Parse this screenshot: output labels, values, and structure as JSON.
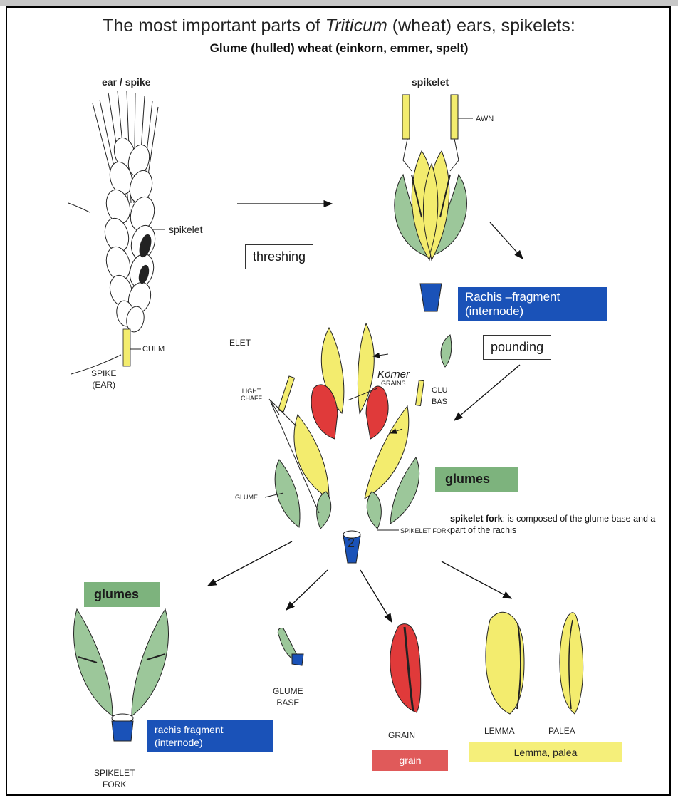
{
  "header": {
    "title_prefix": "The most important parts of ",
    "title_italic": "Triticum",
    "title_suffix": " (wheat) ears, spikelets:",
    "subtitle": "Glume (hulled) wheat (einkorn, emmer, spelt)"
  },
  "labels": {
    "ear_spike": "ear / spike",
    "spikelet_top": "spikelet",
    "spikelet_pointer": "spikelet",
    "awn": "AWN",
    "culm": "CULM",
    "spike_ear": "SPIKE\n(EAR)",
    "elet": "ELET",
    "koerner": "Körner",
    "grains": "GRAINS",
    "light_chaff": "LIGHT\nCHAFF",
    "glume_base_partial": "GLU\nBAS",
    "glume": "GLUME",
    "spikelet_fork_small": "SPIKELET FORK",
    "figure_number": "2",
    "glume_base": "GLUME\nBASE",
    "grain": "GRAIN",
    "lemma": "LEMMA",
    "palea": "PALEA",
    "spikelet_fork": "SPIKELET\nFORK"
  },
  "boxes": {
    "threshing": "threshing",
    "pounding": "pounding",
    "rachis_fragment": "Rachis –fragment\n(internode)",
    "glumes_right": "glumes",
    "glumes_left": "glumes",
    "rachis_fragment_small": "rachis fragment\n(internode)",
    "grain": "grain",
    "lemma_palea": "Lemma, palea"
  },
  "note": {
    "bold": "spikelet fork",
    "text": ": is composed of  the glume base and a part of the rachis"
  },
  "colors": {
    "glume_green": "#9cc79a",
    "lemma_yellow": "#f3ec6e",
    "grain_red": "#e03a3a",
    "rachis_blue": "#1a52b8",
    "box_green": "#7db37d",
    "box_red": "#e05a5a",
    "box_yellow": "#f5ef7a"
  }
}
